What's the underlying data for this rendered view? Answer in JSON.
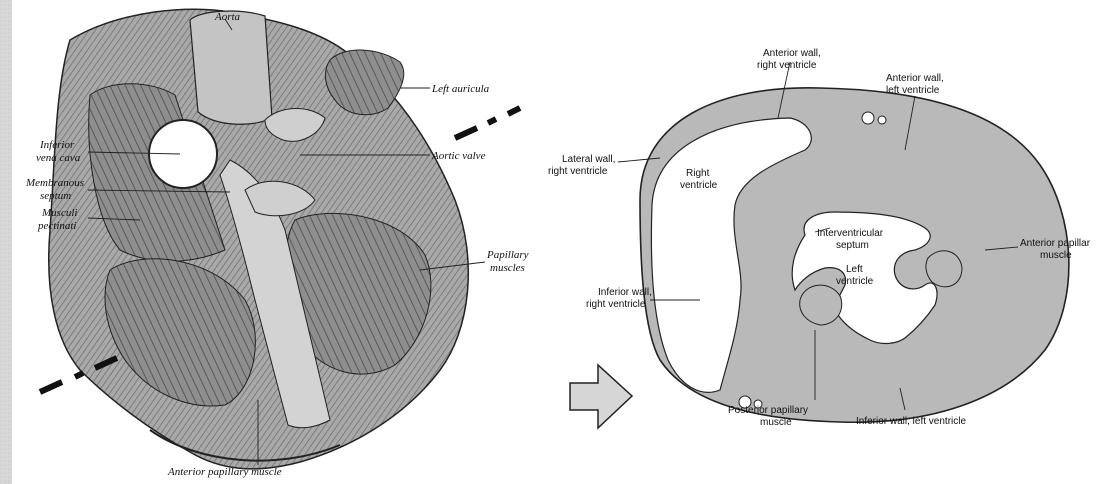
{
  "left_figure": {
    "labels": {
      "aorta": "Aorta",
      "left_auricula": "Left auricula",
      "inferior_vena_cava_1": "Inferior",
      "inferior_vena_cava_2": "vena cava",
      "aortic_valve": "Aortic valve",
      "membranous_septum_1": "Membranous",
      "membranous_septum_2": "septum",
      "musculi_pectinati_1": "Musculi",
      "musculi_pectinati_2": "pectinati",
      "papillary_muscles_1": "Papillary",
      "papillary_muscles_2": "muscles",
      "anterior_papillary_muscle": "Anterior papillary muscle"
    }
  },
  "right_figure": {
    "labels": {
      "anterior_wall_rv_1": "Anterior wall,",
      "anterior_wall_rv_2": "right ventricle",
      "anterior_wall_lv_1": "Anterior wall,",
      "anterior_wall_lv_2": "left ventricle",
      "lateral_wall_rv_1": "Lateral wall,",
      "lateral_wall_rv_2": "right ventricle",
      "right_ventricle_1": "Right",
      "right_ventricle_2": "ventricle",
      "septum_1": "Interventricular",
      "septum_2": "septum",
      "left_ventricle_1": "Left",
      "left_ventricle_2": "ventricle",
      "anterior_papillary_1": "Anterior papillar",
      "anterior_papillary_2": "muscle",
      "inferior_wall_rv_1": "Inferior wall,",
      "inferior_wall_rv_2": "right ventricle",
      "posterior_papillary_1": "Posterior papillary",
      "posterior_papillary_2": "muscle",
      "inferior_wall_lv": "Inferior wall, left ventricle"
    }
  },
  "colors": {
    "section_gray": "#b9b9b9",
    "cavity_white": "#ffffff",
    "ink": "#222222",
    "arrow_fill": "#d6d6d6"
  }
}
